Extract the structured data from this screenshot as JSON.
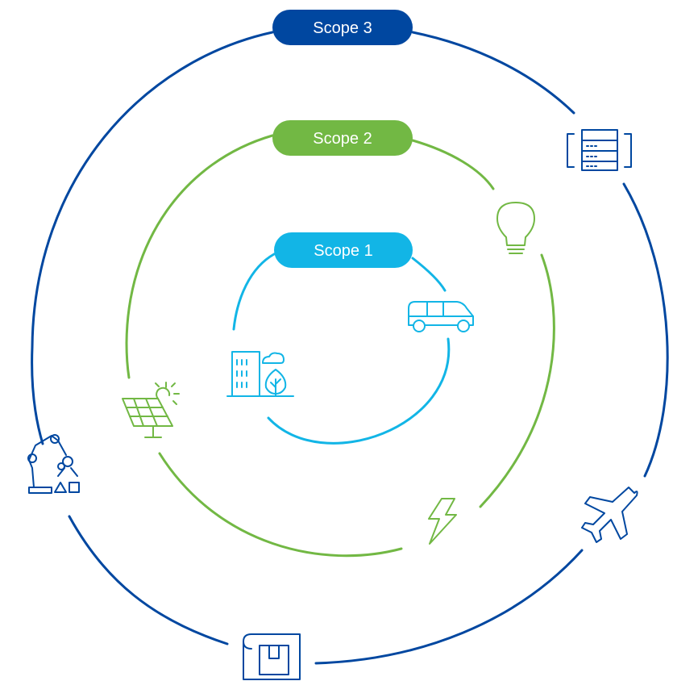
{
  "scopes": {
    "scope3": {
      "label": "Scope 3",
      "color": "#0047a0"
    },
    "scope2": {
      "label": "Scope 2",
      "color": "#72b844"
    },
    "scope1": {
      "label": "Scope 1",
      "color": "#12b5e6"
    }
  },
  "icons": {
    "scope1": [
      "van-icon",
      "building-with-tree-icon"
    ],
    "scope2": [
      "light-bulb-icon",
      "solar-panel-icon",
      "lightning-bolt-icon"
    ],
    "scope3": [
      "server-rack-icon",
      "airplane-icon",
      "shipping-box-icon",
      "robotic-arms-icon"
    ]
  }
}
